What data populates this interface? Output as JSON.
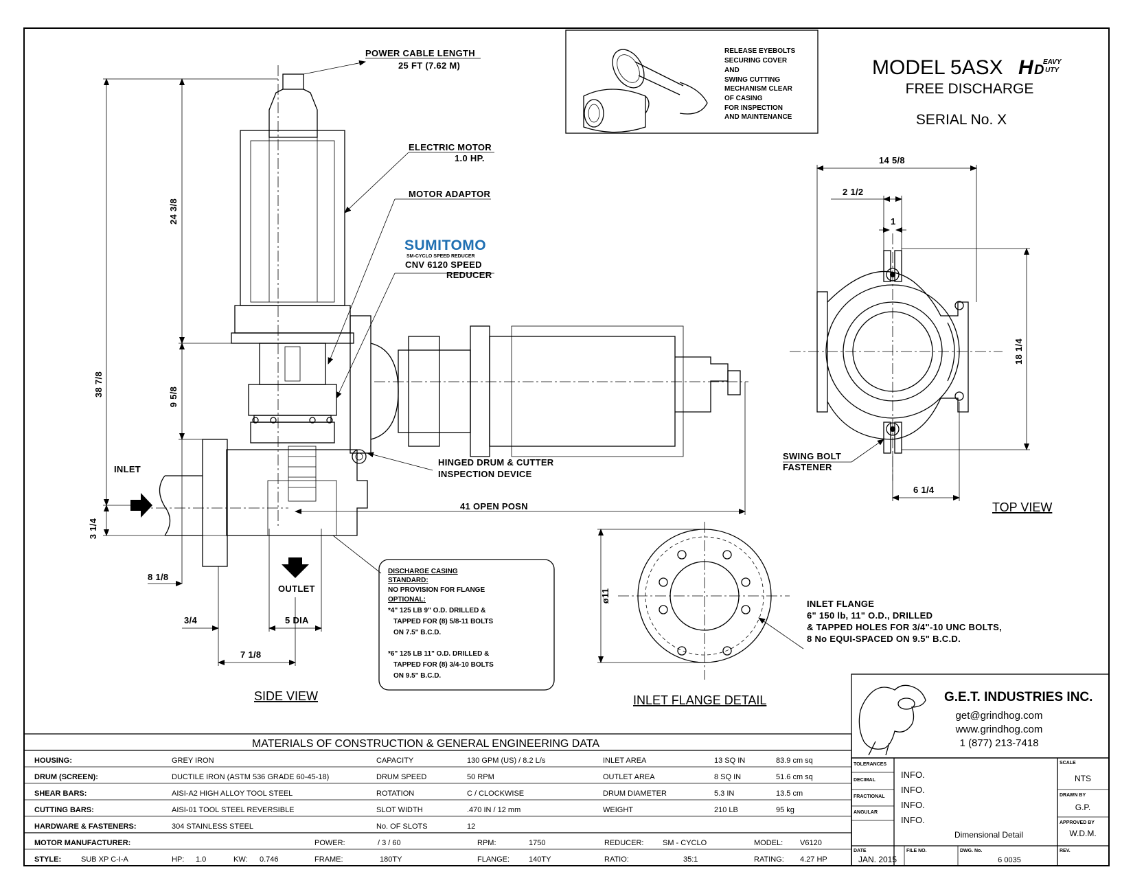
{
  "title": {
    "model": "MODEL 5ASX",
    "hd_h": "H",
    "hd_d": "D",
    "hd_eavy": "EAVY",
    "hd_uty": "UTY",
    "subtitle": "FREE DISCHARGE",
    "serial": "SERIAL No. X"
  },
  "inspection_note": [
    "RELEASE EYEBOLTS",
    "SECURING COVER",
    "AND",
    "SWING CUTTING",
    "MECHANISM CLEAR",
    "OF CASING",
    "FOR INSPECTION",
    "AND MAINTENANCE"
  ],
  "side_view": {
    "title": "SIDE VIEW",
    "power_cable": [
      "POWER CABLE LENGTH",
      "25 FT (7.62 M)"
    ],
    "motor": [
      "ELECTRIC MOTOR",
      "1.0 HP."
    ],
    "adaptor": "MOTOR ADAPTOR",
    "brand": "SUMITOMO",
    "brand_sub": "SM-CYCLO SPEED REDUCER",
    "reducer": [
      "CNV 6120 SPEED",
      "REDUCER"
    ],
    "hinged": [
      "HINGED DRUM & CUTTER",
      "INSPECTION DEVICE"
    ],
    "open_posn": "41 OPEN POSN",
    "inlet": "INLET",
    "outlet": "OUTLET",
    "dims": {
      "d1": "24 3/8",
      "d2": "38 7/8",
      "d3": "9 5/8",
      "d4": "3 1/4",
      "d5": "8 1/8",
      "d6": "3/4",
      "d7": "5 DIA",
      "d8": "7 1/8"
    },
    "discharge": {
      "h1": "DISCHARGE CASING",
      "h2": "STANDARD:",
      "l1": "NO PROVISION FOR FLANGE",
      "h3": "OPTIONAL:",
      "l2": "*4\" 125 LB 9\" O.D. DRILLED &",
      "l3": "TAPPED FOR (8) 5/8-11 BOLTS",
      "l4": "ON 7.5\" B.C.D.",
      "l5": "*6\" 125 LB 11\" O.D. DRILLED &",
      "l6": "TAPPED FOR (8) 3/4-10 BOLTS",
      "l7": "ON 9.5\" B.C.D."
    }
  },
  "top_view": {
    "title": "TOP VIEW",
    "d1": "14 5/8",
    "d2": "2 1/2",
    "d3": "1",
    "d4": "18 1/4",
    "d5": "6 1/4",
    "swing": [
      "SWING BOLT",
      "FASTENER"
    ]
  },
  "flange": {
    "title": "INLET FLANGE DETAIL",
    "dia": "ø11",
    "note": [
      "INLET FLANGE",
      "6\" 150 lb, 11\" O.D., DRILLED",
      "& TAPPED HOLES FOR 3/4\"-10 UNC BOLTS,",
      "8 No EQUI-SPACED ON 9.5\" B.C.D."
    ]
  },
  "company": {
    "name": "G.E.T. INDUSTRIES INC.",
    "email": "get@grindhog.com",
    "web": "www.grindhog.com",
    "phone": "1 (877) 213-7418"
  },
  "title_block": {
    "tolerances": "TOLERANCES",
    "decimal": "DECIMAL",
    "fractional": "FRACTIONAL",
    "angular": "ANGULAR",
    "info": [
      "INFO.",
      "INFO.",
      "INFO.",
      "INFO."
    ],
    "scale_lbl": "SCALE",
    "scale": "NTS",
    "drawn_lbl": "DRAWN BY",
    "drawn": "G.P.",
    "approved_lbl": "APPROVED BY",
    "approved": "W.D.M.",
    "desc": "Dimensional Detail",
    "date_lbl": "DATE",
    "date": "JAN. 2015",
    "file_lbl": "FILE NO.",
    "dwg_lbl": "DWG. No.",
    "dwg": "6 0035",
    "rev_lbl": "REV."
  },
  "materials": {
    "title": "MATERIALS OF CONSTRUCTION & GENERAL  ENGINEERING  DATA",
    "rows": [
      [
        "HOUSING:",
        "GREY IRON",
        "CAPACITY",
        "130 GPM (US) / 8.2 L/s",
        "INLET  AREA",
        "13 SQ IN",
        "83.9 cm sq"
      ],
      [
        "DRUM (SCREEN):",
        "DUCTILE IRON (ASTM 536 GRADE 60-45-18)",
        "DRUM  SPEED",
        "50 RPM",
        "OUTLET  AREA",
        "8 SQ IN",
        "51.6 cm sq"
      ],
      [
        "SHEAR BARS:",
        "AISI-A2 HIGH ALLOY TOOL STEEL",
        "ROTATION",
        "C / CLOCKWISE",
        "DRUM  DIAMETER",
        "5.3 IN",
        "13.5 cm"
      ],
      [
        "CUTTING BARS:",
        "AISI-01 TOOL STEEL REVERSIBLE",
        "SLOT  WIDTH",
        ".470 IN /  12 mm",
        "WEIGHT",
        "210 LB",
        "95 kg"
      ],
      [
        "HARDWARE & FASTENERS:",
        "304 STAINLESS STEEL",
        "No. OF SLOTS",
        "12",
        "",
        "",
        ""
      ]
    ],
    "motor_row": {
      "mfr_lbl": "MOTOR MANUFACTURER:",
      "power_lbl": "POWER:",
      "power": "/ 3 / 60",
      "rpm_lbl": "RPM:",
      "rpm": "1750",
      "reducer_lbl": "REDUCER:",
      "reducer": "SM - CYCLO",
      "model_lbl": "MODEL:",
      "model": "V6120"
    },
    "style_row": {
      "style_lbl": "STYLE:",
      "style": "SUB XP C-I-A",
      "hp_lbl": "HP:",
      "hp": "1.0",
      "kw_lbl": "KW:",
      "kw": "0.746",
      "frame_lbl": "FRAME:",
      "frame": "180TY",
      "flange_lbl": "FLANGE:",
      "flange": "140TY",
      "ratio_lbl": "RATIO:",
      "ratio": "35:1",
      "rating_lbl": "RATING:",
      "rating": "4.27 HP"
    }
  },
  "colors": {
    "brand": "#1f6fb2"
  }
}
